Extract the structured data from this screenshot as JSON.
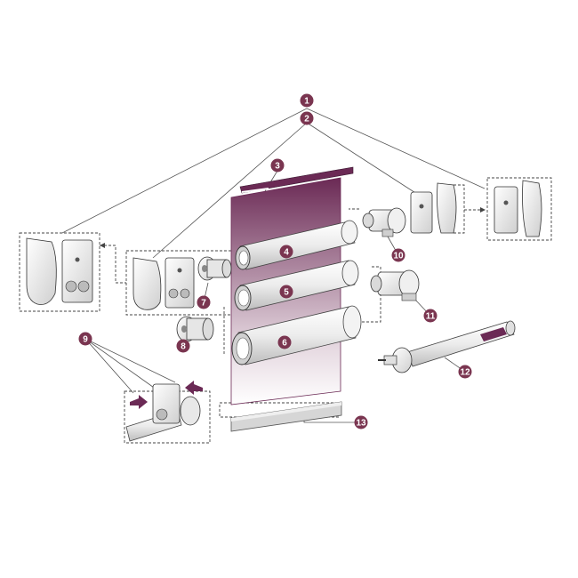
{
  "diagram": {
    "colors": {
      "badge": "#7a3550",
      "fabric_top": "#6b2a55",
      "fabric_bottom": "#ffffff",
      "line": "#555555",
      "part_fill": "#eeeeee",
      "part_stroke": "#333333"
    },
    "callouts": [
      {
        "id": "c1",
        "label": "1"
      },
      {
        "id": "c2",
        "label": "2"
      },
      {
        "id": "c3",
        "label": "3"
      },
      {
        "id": "c4",
        "label": "4"
      },
      {
        "id": "c5",
        "label": "5"
      },
      {
        "id": "c6",
        "label": "6"
      },
      {
        "id": "c7",
        "label": "7"
      },
      {
        "id": "c8",
        "label": "8"
      },
      {
        "id": "c9",
        "label": "9"
      },
      {
        "id": "c10",
        "label": "10"
      },
      {
        "id": "c11",
        "label": "11"
      },
      {
        "id": "c12",
        "label": "12"
      },
      {
        "id": "c13",
        "label": "13"
      }
    ]
  }
}
